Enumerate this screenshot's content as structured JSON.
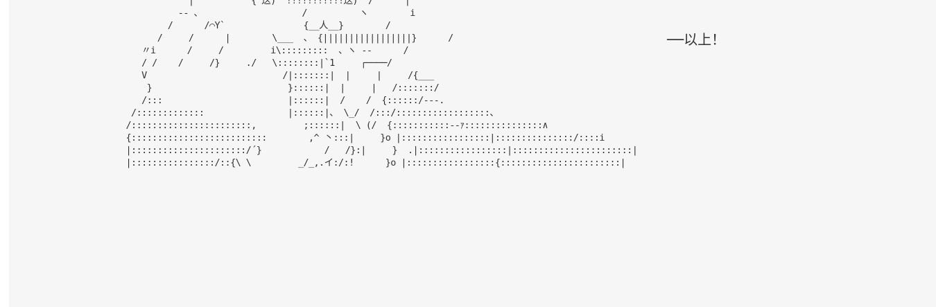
{
  "art": {
    "lines": [
      "             |           { 送)  !!!!!!!!!!!送)  /      |",
      "           ‐‐ 、                   /          ヽ        i",
      "         /      /⌒Y`               {__人__}        /",
      "       /     /      |        \\___  、 {|||||||||||||||||}      /",
      "    〃i      /     /         i\\:::::::::  、ヽ ‐‐      /",
      "    / /    /     /}     ./   \\::::::::|`1     ┌────/",
      "    V                          /|:::::::|  |     |     /{___",
      "     }                          }::::::|  |     |   /:::::::/",
      "    /:::                        |::::::|  /    /  {::::::/‐‐‐.",
      "  /:::::::::::::                |::::::|、 \\_/  /:::/::::::::::::::::::、",
      " /:::::::::::::::::::::::,         ;::::::|  \\ (/  {:::::::::::‐‐ｧ:::::::::::::::∧",
      " {::::::::::::::::::::::::::        ,^ 丶:::|     }o |:::::::::::::::::|:::::::::::::::/::::i",
      " |::::::::::::::::::::::/´}            /   /}:|     }  .|:::::::::::::::::|:::::::::::::::::::::::|",
      " |::::::::::::::::/::{\\ \\         _/_,.イ:/:!      }o |:::::::::::::::::{:::::::::::::::::::::::|"
    ]
  },
  "caption": {
    "text": "──以上！"
  }
}
